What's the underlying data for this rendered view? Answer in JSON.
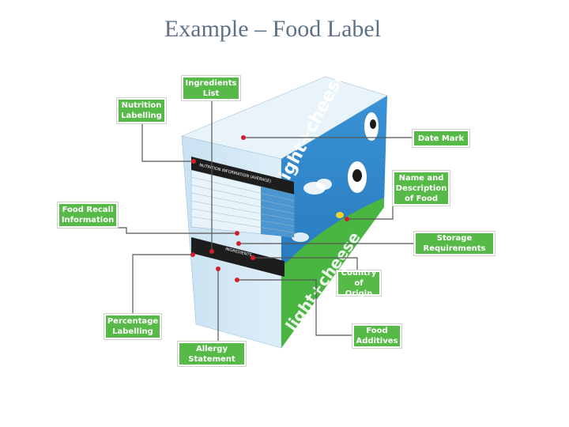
{
  "slide": {
    "title": "Example – Food Label"
  },
  "package": {
    "brand": "light+cheese",
    "table_heading": "NUTRITION INFORMATION (AVERAGE)",
    "ingredients_heading": "INGREDIENTS"
  },
  "callouts": {
    "ingredients_list": "Ingredients\nList",
    "nutrition_labelling": "Nutrition\nLabelling",
    "date_mark": "Date Mark",
    "name_description": "Name and\nDescription\nof Food",
    "food_recall": "Food Recall\nInformation",
    "storage": "Storage\nRequirements",
    "country_of_origin": "Country\nof Origin",
    "percentage_labelling": "Percentage\nLabelling",
    "food_additives": "Food\nAdditives",
    "allergy_statement": "Allergy\nStatement"
  },
  "colors": {
    "box_front": "#d3e7f2",
    "box_side": "#2e84c8",
    "callout": "#57b947",
    "marker": "#d31f2a",
    "title": "#5e7287"
  }
}
